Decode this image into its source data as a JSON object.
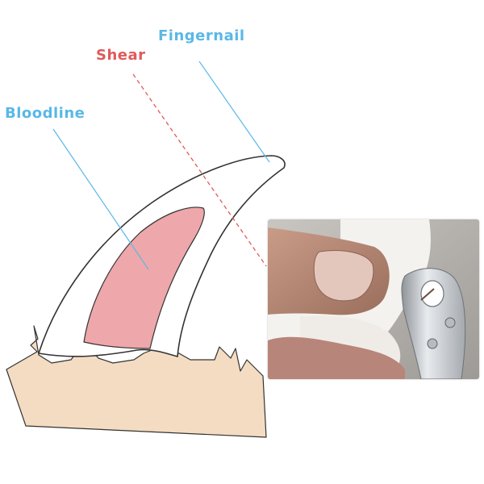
{
  "labels": {
    "fingernail": "Fingernail",
    "shear": "Shear",
    "bloodline": "Bloodline"
  },
  "colors": {
    "fingernail": "#5ab8e6",
    "shear": "#e05a5a",
    "bloodline": "#5ab8e6",
    "skin": "#f4dcc2",
    "quick": "#eea7aa",
    "outline": "#333333"
  },
  "photo": {
    "subject": "person trimming a cat claw with a stainless steel nail clipper"
  }
}
